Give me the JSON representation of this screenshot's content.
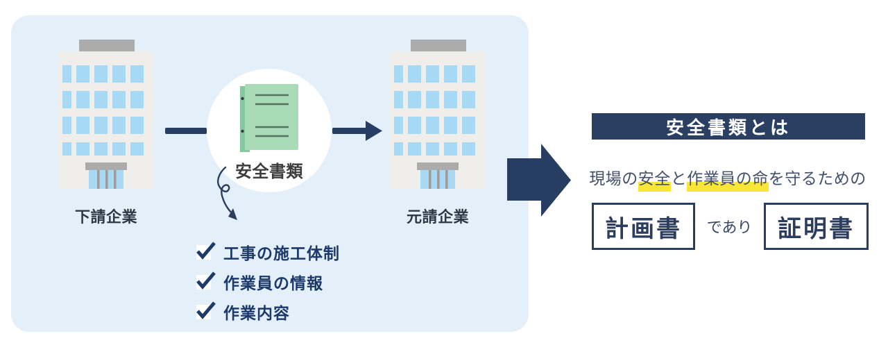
{
  "diagram": {
    "panel": {
      "left_building": {
        "label": "下請企業"
      },
      "right_building": {
        "label": "元請企業"
      },
      "document": {
        "label": "安全書類",
        "icon": "green-binder-icon"
      },
      "checklist": {
        "check_icon": "check-icon",
        "items": [
          {
            "label": "工事の施工体制"
          },
          {
            "label": "作業員の情報"
          },
          {
            "label": "作業内容"
          }
        ]
      }
    },
    "definition": {
      "title": "安全書類とは",
      "description": {
        "segments": [
          {
            "text": "現場の",
            "highlight": false
          },
          {
            "text": "安全",
            "highlight": true
          },
          {
            "text": "と",
            "highlight": false
          },
          {
            "text": "作業員の命",
            "highlight": true
          },
          {
            "text": "を守るための",
            "highlight": false
          }
        ]
      },
      "box_left": "計画書",
      "connector_text": "であり",
      "box_right": "証明書"
    },
    "colors": {
      "navy": "#273D62",
      "title_bar": "#2B3F63",
      "panel_bg": "#E4F0F9",
      "highlight_yellow": "#FBE637",
      "binder_green": "#A9DBB9",
      "window_blue": "#A8D9F4"
    }
  }
}
